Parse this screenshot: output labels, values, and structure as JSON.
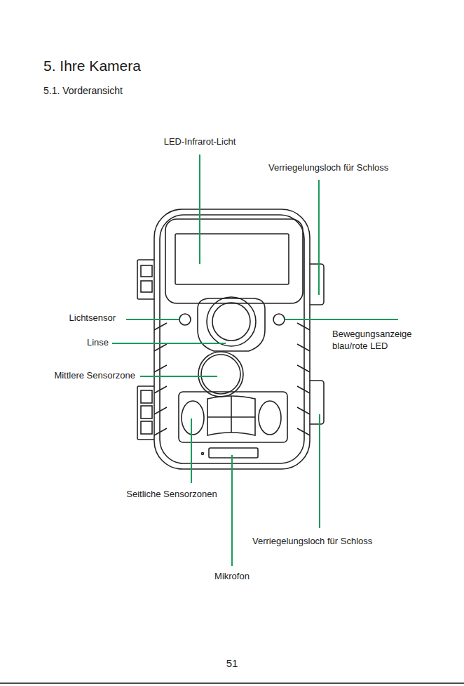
{
  "diagram": {
    "title": "5. Ihre Kamera",
    "labels": [
      "5.1. Vorderansicht",
      "LED-Infrarot-Licht",
      "Verriegelungsloch für Schloss",
      "Lichtsensor",
      "Linse",
      "Mittlere Sensorzone",
      "Bewegungsanzeige blau/rote LED",
      "Seitliche Sensorzonen",
      "Verriegelungsloch für Schloss",
      "Mikrofon",
      "51"
    ]
  }
}
